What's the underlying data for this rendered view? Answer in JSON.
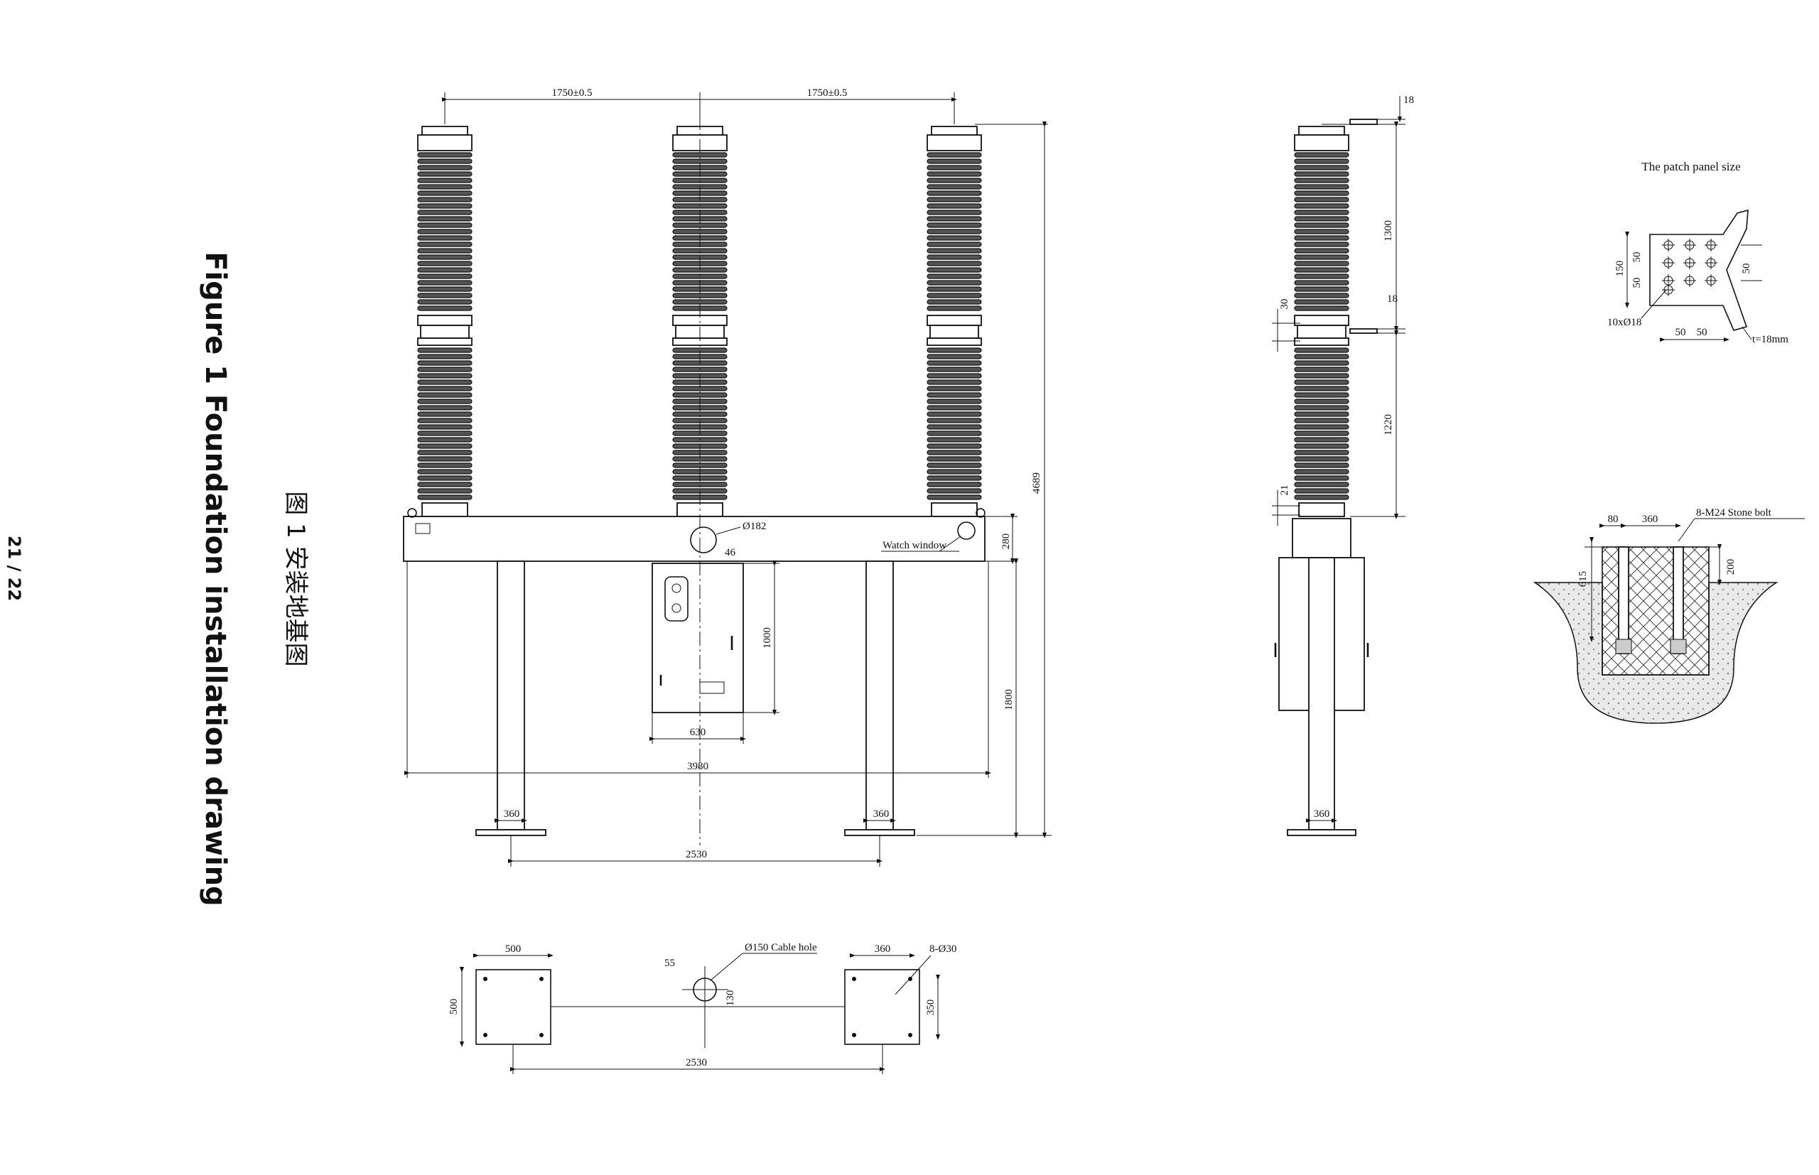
{
  "page_number": "21 / 22",
  "caption": {
    "english": "Figure 1 Foundation installation drawing",
    "chinese": "图 1   安装地基图"
  },
  "front_view": {
    "phase_spacing_left": "1750±0.5",
    "phase_spacing_right": "1750±0.5",
    "overall_height": "4689",
    "beam_height": "280",
    "support_height": "1800",
    "cabinet_height": "1000",
    "cabinet_width": "630",
    "beam_length": "3980",
    "leg_width_left": "360",
    "leg_width_right": "360",
    "leg_spacing": "2530",
    "hole_diameter": "Ø182",
    "offset": "46",
    "watch_window": "Watch window"
  },
  "side_view": {
    "top_plate": "18",
    "upper_insulator": "1300",
    "mid_plate": "18",
    "mid_gap": "30",
    "lower_insulator": "1220",
    "base_gap": "21",
    "leg_width": "360"
  },
  "plan_view": {
    "pad_width": "500",
    "pad_height": "500",
    "cable_hole": "Ø150 Cable hole",
    "cable_offset_x": "55",
    "cable_offset_y": "130",
    "bolt_spacing": "360",
    "bolts": "8-Ø30",
    "bolt_spacing_v": "350",
    "pad_spacing": "2530"
  },
  "patch_panel": {
    "title": "The patch panel size",
    "h150": "150",
    "h50a": "50",
    "h50b": "50",
    "h50c": "50",
    "holes": "10xØ18",
    "w50a": "50",
    "w50b": "50",
    "thickness": "t=18mm"
  },
  "foundation_section": {
    "edge": "80",
    "spacing": "360",
    "bolts": "8-M24 Stone bolt",
    "depth": "615",
    "embed": "200"
  }
}
